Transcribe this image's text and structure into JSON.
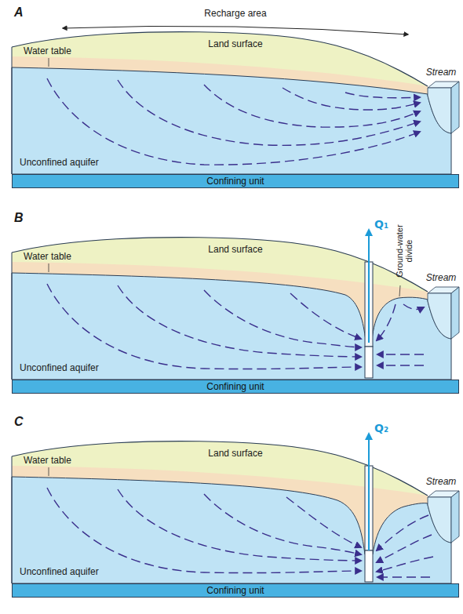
{
  "diagram": {
    "nodes": [
      {
        "text": [
          "Confining unit"
        ]
      },
      {
        "text": [
          "Confining unit"
        ]
      },
      {
        "text": [
          "Confining unit"
        ]
      }
    ],
    "labels": [
      "A",
      "Recharge area",
      "Land surface",
      "Water table",
      "Unconfined aquifer",
      "Stream",
      "B",
      "Land surface",
      "Water table",
      "Q₁",
      "Ground-water divide",
      "Stream",
      "Unconfined aquifer",
      "C",
      "Land surface",
      "Water table",
      "Q₂",
      "Stream",
      "Unconfined aquifer"
    ]
  }
}
